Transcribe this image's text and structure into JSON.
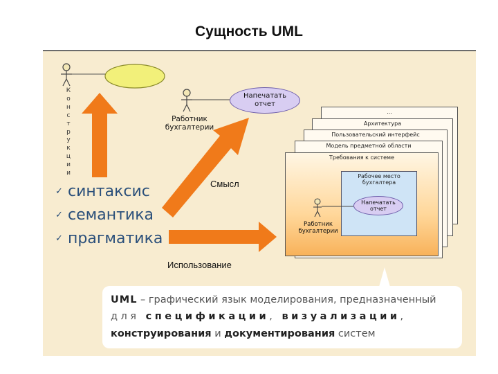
{
  "title": "Сущность UML",
  "vertical_label": [
    "К",
    "о",
    "н",
    "с",
    "т",
    "р",
    "у",
    "к",
    "ц",
    "и",
    "и"
  ],
  "aspects": [
    {
      "label": "синтаксис"
    },
    {
      "label": "семантика"
    },
    {
      "label": "прагматика"
    }
  ],
  "labels": {
    "meaning": "Смысл",
    "usage": "Использование"
  },
  "actor_top": {
    "line1": "Работник",
    "line2": "бухгалтерии"
  },
  "usecase_top": {
    "line1": "Напечатать",
    "line2": "отчет"
  },
  "sheets": [
    "...",
    "Архитектура",
    "Пользовательский интерфейс",
    "Модель предметной области",
    "Требования к системе"
  ],
  "inner_box": {
    "line1": "Рабочее место",
    "line2": "бухгалтера"
  },
  "inner_usecase": {
    "line1": "Напечатать",
    "line2": "отчет"
  },
  "actor_inner": {
    "line1": "Работник",
    "line2": "бухгалтерии"
  },
  "caption": {
    "uml": "UML",
    "l1_rest": " – графический язык моделирования, предназначенный",
    "l2_prefix": "для ",
    "l2_spec": "спецификации",
    "l2_sep": ", ",
    "l2_vis": "визуализации",
    "l2_end": ",",
    "l3_constr": "конструирования",
    "l3_and": " и ",
    "l3_doc": "документирования",
    "l3_end": " систем"
  },
  "colors": {
    "panel": "#f8ecd0",
    "arrow": "#f07a1a",
    "usecase_yellow": "#f2f07a",
    "usecase_purple": "#d8cdf2",
    "text_blue": "#2a4f7a"
  },
  "icons": [
    "actor-icon",
    "check-icon",
    "arrow-up-icon",
    "arrow-diagonal-icon",
    "arrow-right-icon"
  ]
}
